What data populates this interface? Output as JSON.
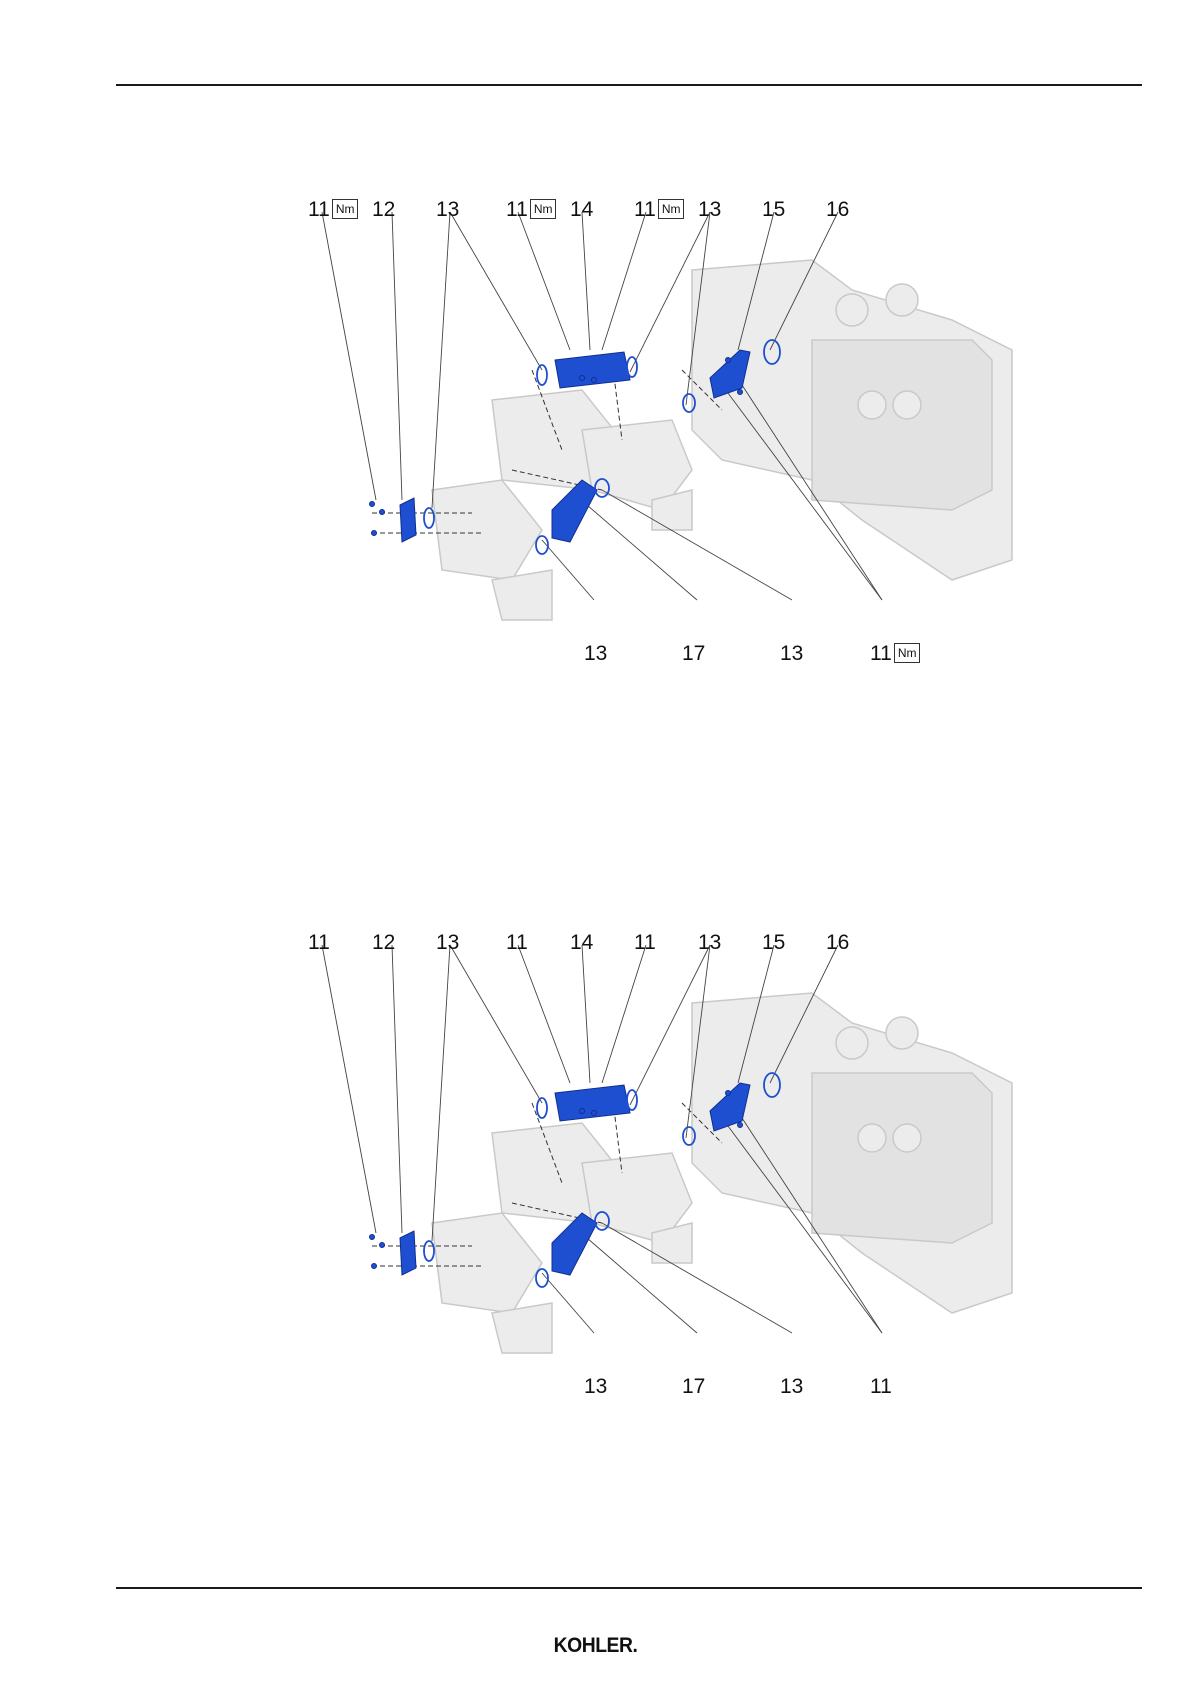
{
  "figures": [
    {
      "callouts_top": [
        {
          "num": "11",
          "unit": "Nm"
        },
        {
          "num": "12",
          "unit": ""
        },
        {
          "num": "13",
          "unit": ""
        },
        {
          "num": "11",
          "unit": "Nm"
        },
        {
          "num": "14",
          "unit": ""
        },
        {
          "num": "11",
          "unit": "Nm"
        },
        {
          "num": "13",
          "unit": ""
        },
        {
          "num": "15",
          "unit": ""
        },
        {
          "num": "16",
          "unit": ""
        }
      ],
      "callouts_bottom": [
        {
          "num": "13",
          "unit": ""
        },
        {
          "num": "17",
          "unit": ""
        },
        {
          "num": "13",
          "unit": ""
        },
        {
          "num": "11",
          "unit": "Nm"
        }
      ]
    },
    {
      "callouts_top": [
        {
          "num": "11",
          "unit": ""
        },
        {
          "num": "12",
          "unit": ""
        },
        {
          "num": "13",
          "unit": ""
        },
        {
          "num": "11",
          "unit": ""
        },
        {
          "num": "14",
          "unit": ""
        },
        {
          "num": "11",
          "unit": ""
        },
        {
          "num": "13",
          "unit": ""
        },
        {
          "num": "15",
          "unit": ""
        },
        {
          "num": "16",
          "unit": ""
        }
      ],
      "callouts_bottom": [
        {
          "num": "13",
          "unit": ""
        },
        {
          "num": "17",
          "unit": ""
        },
        {
          "num": "13",
          "unit": ""
        },
        {
          "num": "11",
          "unit": ""
        }
      ]
    }
  ],
  "footer": {
    "logo_text": "KOHLER."
  },
  "colors": {
    "part_highlight": "#1f4fd1",
    "engine_ghost": "#e6e6e6",
    "rule": "#1a1a1a"
  }
}
